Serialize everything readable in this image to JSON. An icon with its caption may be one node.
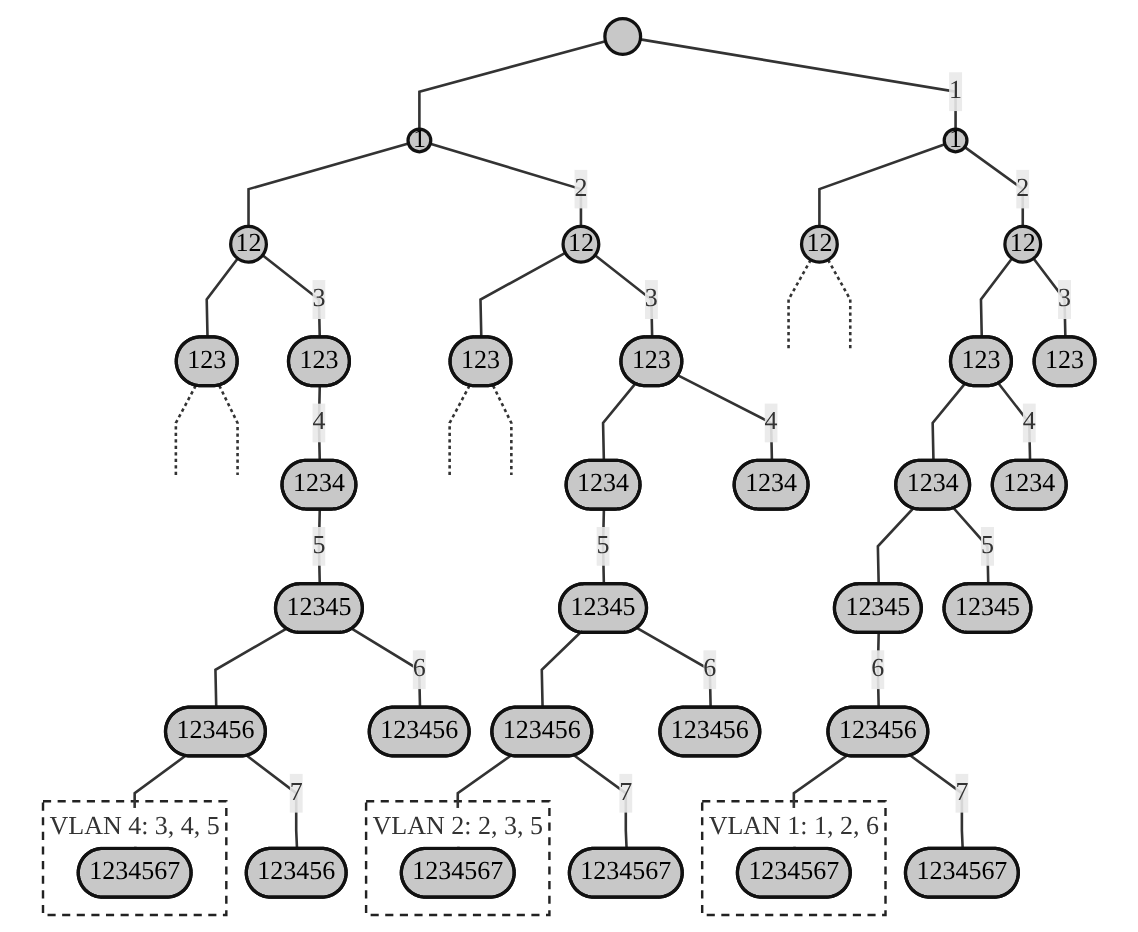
{
  "diagram": {
    "nodes": [
      {
        "text": [],
        "shape": "circle"
      },
      {
        "text": [
          "1"
        ]
      },
      {
        "text": [
          "12"
        ]
      },
      {
        "text": [
          "123"
        ]
      },
      {
        "text": [
          "123"
        ]
      },
      {
        "text": [
          "1234"
        ]
      },
      {
        "text": [
          "12345"
        ]
      },
      {
        "text": [
          "123456"
        ]
      },
      {
        "text": [
          "123456"
        ]
      },
      {
        "text": [
          "VLAN 4: 3, 4, 5"
        ]
      },
      {
        "text": [
          "1234567"
        ],
        "in": 9
      },
      {
        "text": [
          "123456"
        ]
      },
      {
        "text": [
          "12"
        ]
      },
      {
        "text": [
          "123"
        ]
      },
      {
        "text": [
          "123"
        ]
      },
      {
        "text": [
          "1234"
        ]
      },
      {
        "text": [
          "1234"
        ]
      },
      {
        "text": [
          "12345"
        ]
      },
      {
        "text": [
          "123456"
        ]
      },
      {
        "text": [
          "123456"
        ]
      },
      {
        "text": [
          "VLAN 2: 2, 3, 5"
        ]
      },
      {
        "text": [
          "1234567"
        ],
        "in": 20
      },
      {
        "text": [
          "1234567"
        ]
      },
      {
        "text": [
          "1"
        ]
      },
      {
        "text": [
          "12"
        ]
      },
      {
        "text": [
          "12"
        ]
      },
      {
        "text": [
          "123"
        ]
      },
      {
        "text": [
          "123"
        ]
      },
      {
        "text": [
          "1234"
        ]
      },
      {
        "text": [
          "1234"
        ]
      },
      {
        "text": [
          "12345"
        ]
      },
      {
        "text": [
          "12345"
        ]
      },
      {
        "text": [
          "123456"
        ]
      },
      {
        "text": [
          "VLAN 1: 1, 2, 6"
        ]
      },
      {
        "text": [
          "1234567"
        ],
        "in": 33
      },
      {
        "text": [
          "1234567"
        ]
      }
    ],
    "edges": [
      {
        "from": 0,
        "to": 1,
        "arrow": "none"
      },
      {
        "from": 0,
        "to": 23,
        "arrow": "none",
        "label": "1"
      },
      {
        "from": 1,
        "to": 2,
        "arrow": "none"
      },
      {
        "from": 1,
        "to": 12,
        "arrow": "none",
        "label": "2"
      },
      {
        "from": 2,
        "to": 3,
        "arrow": "none"
      },
      {
        "from": 2,
        "to": 4,
        "arrow": "none",
        "label": "3"
      },
      {
        "from": 3,
        "to": null,
        "arrow": "none",
        "style": "dashed"
      },
      {
        "from": 3,
        "to": null,
        "arrow": "none",
        "style": "dashed"
      },
      {
        "from": 4,
        "to": 5,
        "arrow": "none",
        "label": "4"
      },
      {
        "from": 5,
        "to": 6,
        "arrow": "none",
        "label": "5"
      },
      {
        "from": 6,
        "to": 7,
        "arrow": "none"
      },
      {
        "from": 6,
        "to": 8,
        "arrow": "none",
        "label": "6"
      },
      {
        "from": 7,
        "to": 10,
        "arrow": "none"
      },
      {
        "from": 7,
        "to": 11,
        "arrow": "none",
        "label": "7"
      },
      {
        "from": 12,
        "to": 13,
        "arrow": "none"
      },
      {
        "from": 12,
        "to": 14,
        "arrow": "none",
        "label": "3"
      },
      {
        "from": 13,
        "to": null,
        "arrow": "none",
        "style": "dashed"
      },
      {
        "from": 13,
        "to": null,
        "arrow": "none",
        "style": "dashed"
      },
      {
        "from": 14,
        "to": 15,
        "arrow": "none"
      },
      {
        "from": 14,
        "to": 16,
        "arrow": "none",
        "label": "4"
      },
      {
        "from": 15,
        "to": 17,
        "arrow": "none",
        "label": "5"
      },
      {
        "from": 17,
        "to": 18,
        "arrow": "none"
      },
      {
        "from": 17,
        "to": 19,
        "arrow": "none",
        "label": "6"
      },
      {
        "from": 18,
        "to": 21,
        "arrow": "none"
      },
      {
        "from": 18,
        "to": 22,
        "arrow": "none",
        "label": "7"
      },
      {
        "from": 23,
        "to": 24,
        "arrow": "none"
      },
      {
        "from": 23,
        "to": 25,
        "arrow": "none",
        "label": "2"
      },
      {
        "from": 24,
        "to": null,
        "arrow": "none",
        "style": "dashed"
      },
      {
        "from": 24,
        "to": null,
        "arrow": "none",
        "style": "dashed"
      },
      {
        "from": 25,
        "to": 26,
        "arrow": "none"
      },
      {
        "from": 25,
        "to": 27,
        "arrow": "none",
        "label": "3"
      },
      {
        "from": 26,
        "to": 28,
        "arrow": "none"
      },
      {
        "from": 26,
        "to": 29,
        "arrow": "none",
        "label": "4"
      },
      {
        "from": 28,
        "to": 30,
        "arrow": "none"
      },
      {
        "from": 28,
        "to": 31,
        "arrow": "none",
        "label": "5"
      },
      {
        "from": 30,
        "to": 32,
        "arrow": "none",
        "label": "6"
      },
      {
        "from": 32,
        "to": 34,
        "arrow": "none"
      },
      {
        "from": 32,
        "to": 35,
        "arrow": "none",
        "label": "7"
      }
    ]
  }
}
